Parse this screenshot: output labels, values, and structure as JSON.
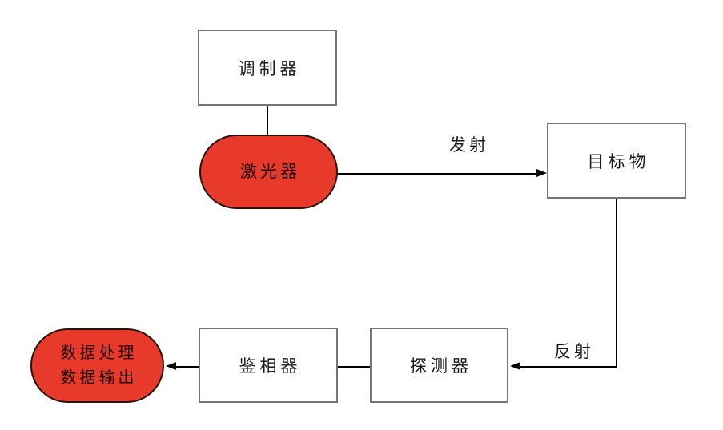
{
  "diagram": {
    "nodes": {
      "modulator": {
        "label": "调制器"
      },
      "laser": {
        "label": "激光器"
      },
      "target": {
        "label": "目标物"
      },
      "phase_detector": {
        "label": "鉴相器"
      },
      "detector": {
        "label": "探测器"
      },
      "data_output": {
        "line1": "数据处理",
        "line2": "数据输出"
      }
    },
    "edges": {
      "emit_label": "发射",
      "reflect_label": "反射"
    },
    "colors": {
      "highlight_fill": "#e83a2b",
      "box_border": "#757575",
      "line_color": "#000000",
      "background": "#ffffff"
    }
  }
}
